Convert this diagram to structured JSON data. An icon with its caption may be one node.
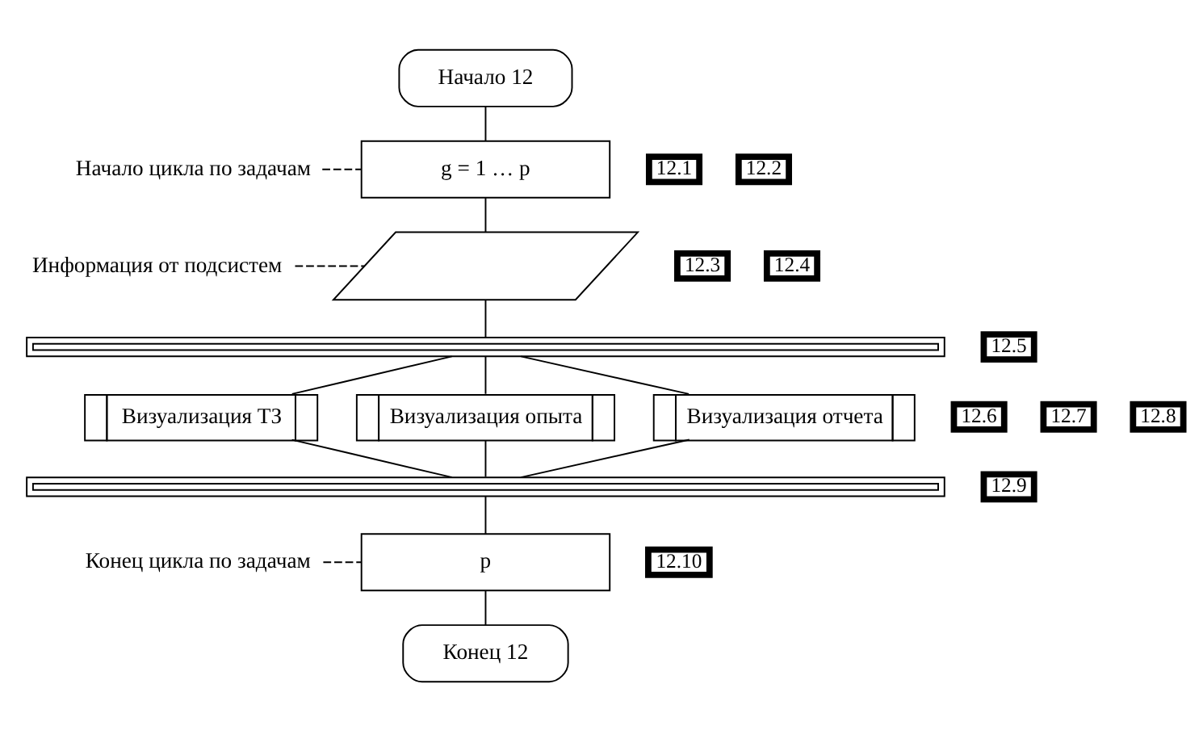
{
  "diagram": {
    "nodes": [
      {
        "text": [
          "Начало 12"
        ]
      },
      {
        "text": [
          "g = 1 … p"
        ]
      },
      {
        "text": [
          "Начало цикла по задачам"
        ]
      },
      {
        "text": [
          "Информация от подсистем"
        ]
      },
      {
        "text": [],
        "shape": "parallelogram"
      },
      {
        "text": [],
        "shape": "bar"
      },
      {
        "text": [
          "Визуализация ТЗ"
        ]
      },
      {
        "text": [
          "Визуализация опыта"
        ]
      },
      {
        "text": [
          "Визуализация отчета"
        ]
      },
      {
        "text": [],
        "shape": "bar"
      },
      {
        "text": [
          "p"
        ]
      },
      {
        "text": [
          "Конец цикла по задачам"
        ]
      },
      {
        "text": [
          "Конец 12"
        ]
      }
    ],
    "edges": [
      {
        "from": 0,
        "to": 1,
        "arrow": "none"
      },
      {
        "from": 2,
        "to": 1,
        "arrow": "none",
        "style": "dashed"
      },
      {
        "from": 1,
        "to": 4,
        "arrow": "none"
      },
      {
        "from": 3,
        "to": 4,
        "arrow": "none",
        "style": "dashed"
      },
      {
        "from": 4,
        "to": 5,
        "arrow": "none"
      },
      {
        "from": 5,
        "to": 6,
        "arrow": "none"
      },
      {
        "from": 5,
        "to": 7,
        "arrow": "none"
      },
      {
        "from": 5,
        "to": 8,
        "arrow": "none"
      },
      {
        "from": 6,
        "to": 9,
        "arrow": "none"
      },
      {
        "from": 7,
        "to": 9,
        "arrow": "none"
      },
      {
        "from": 8,
        "to": 9,
        "arrow": "none"
      },
      {
        "from": 9,
        "to": 10,
        "arrow": "none"
      },
      {
        "from": 11,
        "to": 10,
        "arrow": "none",
        "style": "dashed"
      },
      {
        "from": 10,
        "to": 12,
        "arrow": "none"
      }
    ],
    "labels": [
      "12.1",
      "12.2",
      "12.3",
      "12.4",
      "12.5",
      "12.6",
      "12.7",
      "12.8",
      "12.9",
      "12.10"
    ]
  }
}
